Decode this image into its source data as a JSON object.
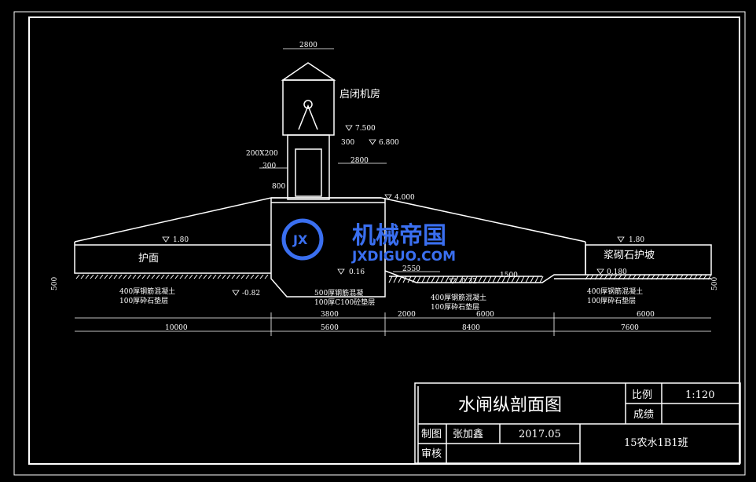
{
  "drawing": {
    "labels": {
      "house": "启闭机房",
      "apron": "护面",
      "slope_protection": "浆砌石护坡"
    },
    "dimensions": {
      "d2800_top": "2800",
      "d300_a": "300",
      "d200x200": "200X200",
      "d300_b": "300",
      "d2800_mid": "2800",
      "d800": "800",
      "d2550": "2550",
      "d1500": "1500",
      "d10000": "10000",
      "d5600": "5600",
      "d8400": "8400",
      "d7600": "7600",
      "d3800": "3800",
      "d2000": "2000",
      "d6000_a": "6000",
      "d6000_b": "6000",
      "d500_left": "500",
      "d500_right": "500"
    },
    "elevations": {
      "e7500": "7.500",
      "e6800": "6.800",
      "e4000": "4.000",
      "e180_left": "1.80",
      "e180_right": "1.80",
      "e016": "0.16",
      "e032": "-0.32",
      "e0180": "0.180",
      "e082": "-0.82"
    },
    "layers": {
      "left_1": "400厚钢筋混凝土",
      "left_2": "100厚砕石垫层",
      "mid_1": "500厚钢筋混凝",
      "mid_2": "100厚C100砼垫层",
      "right_1": "400厚钢筋混凝土",
      "right_2": "100厚砕石垫层",
      "far_1": "400厚钢筋混凝土",
      "far_2": "100厚砕石垫层"
    }
  },
  "watermark": {
    "cn": "机械帝国",
    "en": "JXDIGUO.COM",
    "emblem": "JX"
  },
  "title_block": {
    "title": "水闸纵剖面图",
    "scale_label": "比例",
    "scale_value": "1:120",
    "grade_label": "成绩",
    "draw_label": "制图",
    "drawer": "张加鑫",
    "date": "2017.05",
    "check_label": "审核",
    "class": "15农水1B1班"
  }
}
